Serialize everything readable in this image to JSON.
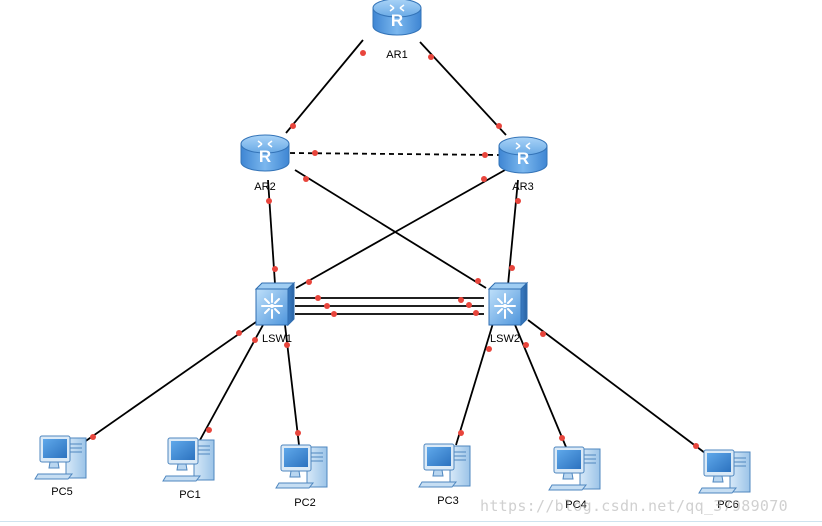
{
  "nodes": {
    "ar1": {
      "label": "AR1",
      "type": "router"
    },
    "ar2": {
      "label": "AR2",
      "type": "router"
    },
    "ar3": {
      "label": "AR3",
      "type": "router"
    },
    "lsw1": {
      "label": "LSW1",
      "type": "switch"
    },
    "lsw2": {
      "label": "LSW2",
      "type": "switch"
    },
    "pc1": {
      "label": "PC1",
      "type": "pc"
    },
    "pc2": {
      "label": "PC2",
      "type": "pc"
    },
    "pc3": {
      "label": "PC3",
      "type": "pc"
    },
    "pc4": {
      "label": "PC4",
      "type": "pc"
    },
    "pc5": {
      "label": "PC5",
      "type": "pc"
    },
    "pc6": {
      "label": "PC6",
      "type": "pc"
    }
  },
  "links": [
    {
      "from": "ar1",
      "to": "ar2",
      "style": "solid"
    },
    {
      "from": "ar1",
      "to": "ar3",
      "style": "solid"
    },
    {
      "from": "ar2",
      "to": "ar3",
      "style": "dashed"
    },
    {
      "from": "ar2",
      "to": "lsw1",
      "style": "solid"
    },
    {
      "from": "ar2",
      "to": "lsw2",
      "style": "solid"
    },
    {
      "from": "ar3",
      "to": "lsw1",
      "style": "solid"
    },
    {
      "from": "ar3",
      "to": "lsw2",
      "style": "solid"
    },
    {
      "from": "lsw1",
      "to": "lsw2",
      "style": "solid"
    },
    {
      "from": "lsw1",
      "to": "lsw2",
      "style": "solid"
    },
    {
      "from": "lsw1",
      "to": "lsw2",
      "style": "solid"
    },
    {
      "from": "lsw1",
      "to": "pc5",
      "style": "solid"
    },
    {
      "from": "lsw1",
      "to": "pc1",
      "style": "solid"
    },
    {
      "from": "lsw1",
      "to": "pc2",
      "style": "solid"
    },
    {
      "from": "lsw2",
      "to": "pc3",
      "style": "solid"
    },
    {
      "from": "lsw2",
      "to": "pc4",
      "style": "solid"
    },
    {
      "from": "lsw2",
      "to": "pc6",
      "style": "solid"
    }
  ],
  "watermark": "https://blog.csdn.net/qq_37989070",
  "colors": {
    "link": "#000000",
    "port": "#e8453c",
    "router": "#5a9de0",
    "switch": "#5a9de0",
    "pc": "#8cc0ec"
  }
}
